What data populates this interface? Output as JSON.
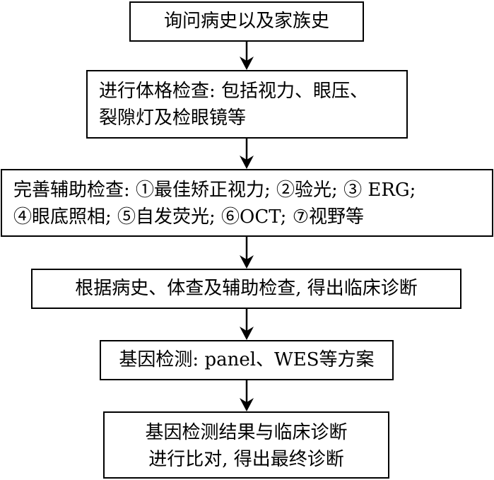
{
  "steps": [
    {
      "lines": [
        "询问病史以及家族史"
      ]
    },
    {
      "lines": [
        "进行体格检查: 包括视力、眼压、",
        "裂隙灯及检眼镜等"
      ]
    },
    {
      "lines": [
        "完善辅助检查: ①最佳矫正视力; ②验光; ③ ERG;",
        "④眼底照相; ⑤自发荧光; ⑥OCT; ⑦视野等"
      ]
    },
    {
      "lines": [
        "根据病史、体查及辅助检查, 得出临床诊断"
      ]
    },
    {
      "lines": [
        "基因检测: panel、WES等方案"
      ]
    },
    {
      "lines": [
        "基因检测结果与临床诊断",
        "进行比对, 得出最终诊断"
      ]
    }
  ]
}
